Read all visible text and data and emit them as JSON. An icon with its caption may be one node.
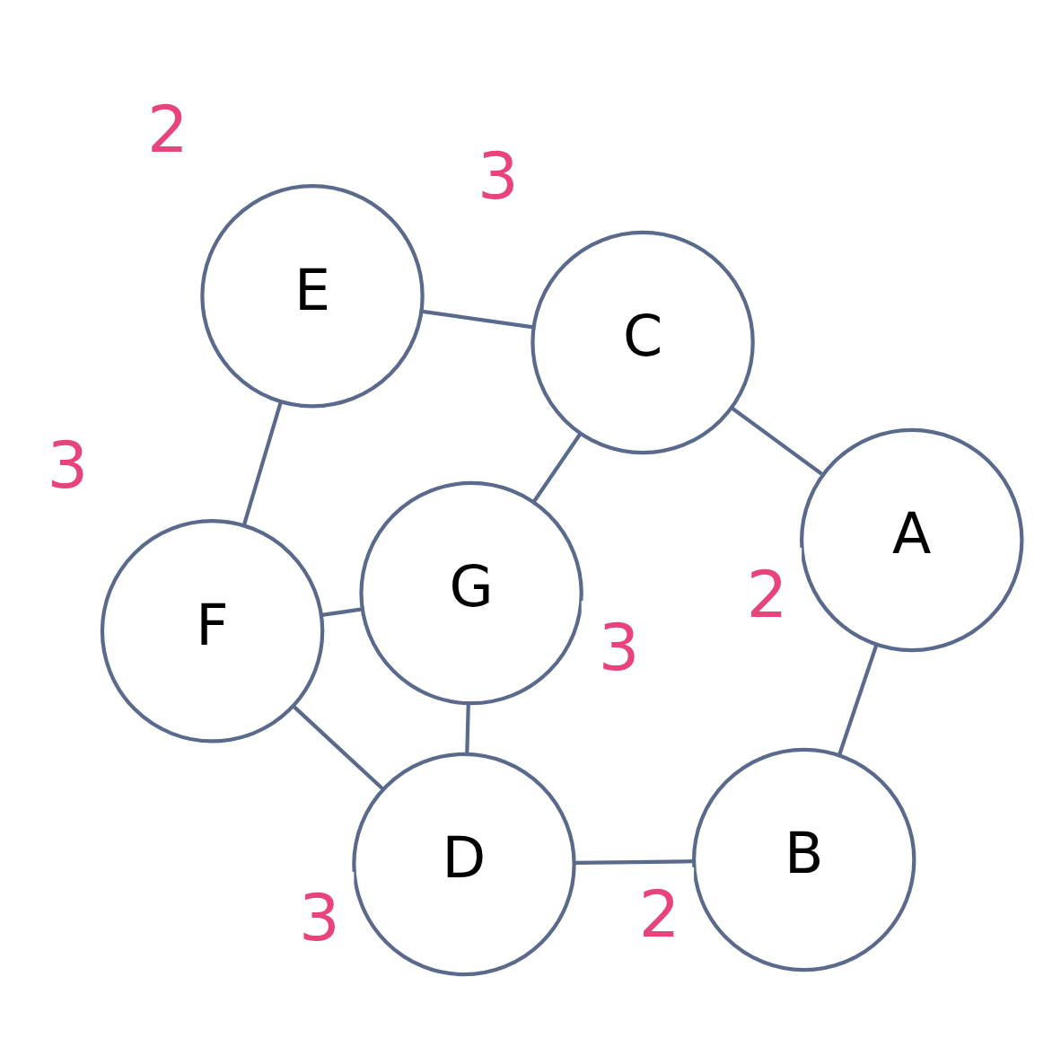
{
  "diagram": {
    "nodes": [
      {
        "text": [
          "E"
        ],
        "beside": [
          "2"
        ]
      },
      {
        "text": [
          "C"
        ],
        "beside": [
          "3"
        ]
      },
      {
        "text": [
          "G"
        ],
        "beside": [
          "3"
        ]
      },
      {
        "text": [
          "F"
        ],
        "beside": [
          "3"
        ]
      },
      {
        "text": [
          "A"
        ],
        "beside": [
          "2"
        ]
      },
      {
        "text": [
          "D"
        ],
        "beside": [
          "3"
        ]
      },
      {
        "text": [
          "B"
        ],
        "beside": [
          "2"
        ]
      }
    ],
    "edges": [
      {
        "from": 0,
        "to": 1,
        "arrow": "none"
      },
      {
        "from": 1,
        "to": 2,
        "arrow": "none"
      },
      {
        "from": 1,
        "to": 4,
        "arrow": "none"
      },
      {
        "from": 0,
        "to": 3,
        "arrow": "none"
      },
      {
        "from": 3,
        "to": 2,
        "arrow": "none"
      },
      {
        "from": 2,
        "to": 5,
        "arrow": "none"
      },
      {
        "from": 3,
        "to": 5,
        "arrow": "none"
      },
      {
        "from": 5,
        "to": 6,
        "arrow": "none"
      },
      {
        "from": 6,
        "to": 4,
        "arrow": "none"
      }
    ]
  }
}
